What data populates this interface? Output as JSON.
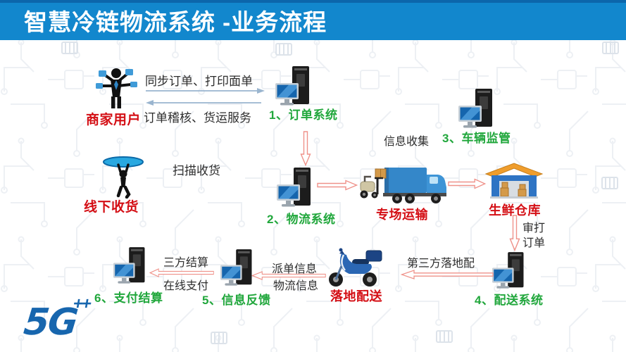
{
  "header": {
    "title": "智慧冷链物流系统 -业务流程"
  },
  "nodes": {
    "merchant": {
      "label": "商家用户",
      "icon": "busy-person-icon"
    },
    "order_system": {
      "label": "1、订单系统",
      "icon": "server-computer-icon"
    },
    "vehicle_monitor": {
      "label": "3、车辆监管",
      "icon": "server-computer-icon"
    },
    "offline_receive": {
      "label": "线下收货",
      "icon": "hanging-person-icon"
    },
    "logistics_system": {
      "label": "2、物流系统",
      "icon": "server-computer-icon"
    },
    "special_transport": {
      "label": "专场运输",
      "icon": "truck-forklift-icon"
    },
    "fresh_warehouse": {
      "label": "生鲜仓库",
      "icon": "warehouse-icon"
    },
    "delivery_system": {
      "label": "4、配送系统",
      "icon": "server-computer-icon"
    },
    "ground_delivery": {
      "label": "落地配送",
      "icon": "scooter-icon"
    },
    "info_feedback": {
      "label": "5、信息反馈",
      "icon": "server-computer-icon"
    },
    "payment_settlement": {
      "label": "6、支付结算",
      "icon": "server-computer-icon"
    }
  },
  "edge_labels": {
    "sync_order": "同步订单、打印面单",
    "order_audit": "订单稽核、货运服务",
    "scan_receive": "扫描收货",
    "info_collect": "信息收集",
    "review_print_line1": "审打",
    "review_print_line2": "订单",
    "third_party_delivery": "第三方落地配",
    "dispatch_info": "派单信息",
    "logistics_info": "物流信息",
    "third_party_settle": "三方结算",
    "online_payment": "在线支付"
  },
  "logo": {
    "text": "5G",
    "plus": "++"
  },
  "colors": {
    "header_blue": "#1287cd",
    "header_top_strip": "#0c66ab",
    "node_green": "#21a73c",
    "node_red": "#d40f15",
    "flow_arrow_outline": "#ef928a",
    "thin_arrow_blue": "#9ab5cf",
    "logo_blue": "#1766ae",
    "note_text": "#2d2d2d"
  }
}
